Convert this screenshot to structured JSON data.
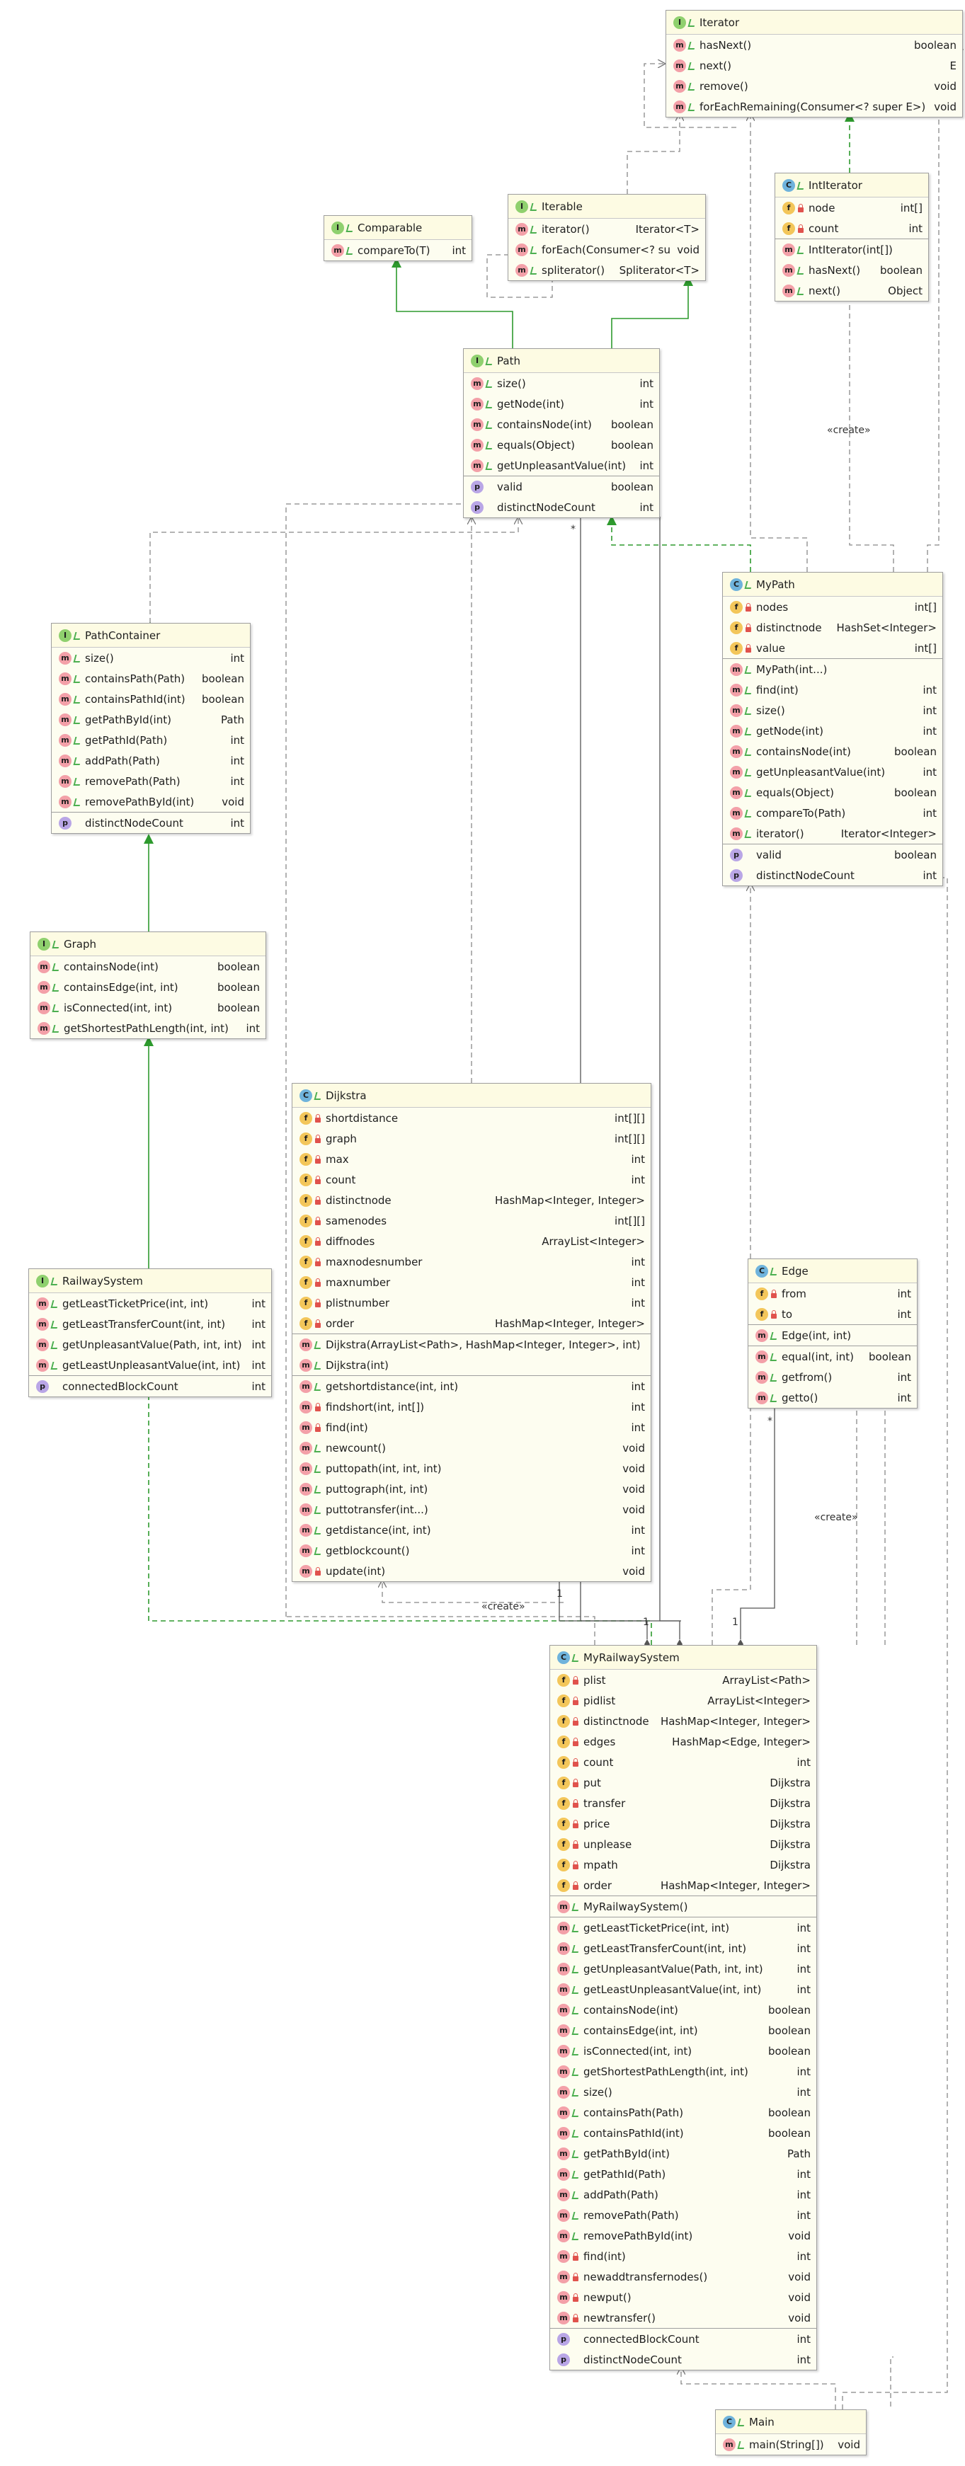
{
  "diagram": {
    "labels": {
      "create1": "«create»",
      "create2": "«create»",
      "create3": "«create»",
      "star1": "*",
      "star2": "*",
      "one1": "1",
      "one2": "1",
      "one3": "1"
    },
    "classes": [
      {
        "id": "iterator",
        "kind": "I",
        "name": "Iterator",
        "fields": [],
        "methods": [
          {
            "k": "m",
            "v": "pub",
            "n": "hasNext()",
            "t": "boolean"
          },
          {
            "k": "m",
            "v": "pub",
            "n": "next()",
            "t": "E"
          },
          {
            "k": "m",
            "v": "pub",
            "n": "remove()",
            "t": "void"
          },
          {
            "k": "m",
            "v": "pub",
            "n": "forEachRemaining(Consumer<? super E>)",
            "t": "void"
          }
        ],
        "props": []
      },
      {
        "id": "comparable",
        "kind": "I",
        "name": "Comparable",
        "fields": [],
        "methods": [
          {
            "k": "m",
            "v": "pub",
            "n": "compareTo(T)",
            "t": "int"
          }
        ],
        "props": []
      },
      {
        "id": "iterable",
        "kind": "I",
        "name": "Iterable",
        "fields": [],
        "methods": [
          {
            "k": "m",
            "v": "pub",
            "n": "iterator()",
            "t": "Iterator<T>"
          },
          {
            "k": "m",
            "v": "pub",
            "n": "forEach(Consumer<? super T>)",
            "t": "void"
          },
          {
            "k": "m",
            "v": "pub",
            "n": "spliterator()",
            "t": "Spliterator<T>"
          }
        ],
        "props": []
      },
      {
        "id": "intiterator",
        "kind": "C",
        "name": "IntIterator",
        "fields": [
          {
            "k": "f",
            "v": "pri",
            "n": "node",
            "t": "int[]"
          },
          {
            "k": "f",
            "v": "pri",
            "n": "count",
            "t": "int"
          }
        ],
        "methods": [
          {
            "k": "m",
            "v": "pub",
            "n": "IntIterator(int[])",
            "t": ""
          },
          {
            "k": "m",
            "v": "pub",
            "n": "hasNext()",
            "t": "boolean"
          },
          {
            "k": "m",
            "v": "pub",
            "n": "next()",
            "t": "Object"
          }
        ],
        "props": []
      },
      {
        "id": "path",
        "kind": "I",
        "name": "Path",
        "fields": [],
        "methods": [
          {
            "k": "m",
            "v": "pub",
            "n": "size()",
            "t": "int"
          },
          {
            "k": "m",
            "v": "pub",
            "n": "getNode(int)",
            "t": "int"
          },
          {
            "k": "m",
            "v": "pub",
            "n": "containsNode(int)",
            "t": "boolean"
          },
          {
            "k": "m",
            "v": "pub",
            "n": "equals(Object)",
            "t": "boolean"
          },
          {
            "k": "m",
            "v": "pub",
            "n": "getUnpleasantValue(int)",
            "t": "int"
          }
        ],
        "props": [
          {
            "k": "p",
            "v": "",
            "n": "valid",
            "t": "boolean"
          },
          {
            "k": "p",
            "v": "",
            "n": "distinctNodeCount",
            "t": "int"
          }
        ]
      },
      {
        "id": "pathcontainer",
        "kind": "I",
        "name": "PathContainer",
        "fields": [],
        "methods": [
          {
            "k": "m",
            "v": "pub",
            "n": "size()",
            "t": "int"
          },
          {
            "k": "m",
            "v": "pub",
            "n": "containsPath(Path)",
            "t": "boolean"
          },
          {
            "k": "m",
            "v": "pub",
            "n": "containsPathId(int)",
            "t": "boolean"
          },
          {
            "k": "m",
            "v": "pub",
            "n": "getPathById(int)",
            "t": "Path"
          },
          {
            "k": "m",
            "v": "pub",
            "n": "getPathId(Path)",
            "t": "int"
          },
          {
            "k": "m",
            "v": "pub",
            "n": "addPath(Path)",
            "t": "int"
          },
          {
            "k": "m",
            "v": "pub",
            "n": "removePath(Path)",
            "t": "int"
          },
          {
            "k": "m",
            "v": "pub",
            "n": "removePathById(int)",
            "t": "void"
          }
        ],
        "props": [
          {
            "k": "p",
            "v": "",
            "n": "distinctNodeCount",
            "t": "int"
          }
        ]
      },
      {
        "id": "mypath",
        "kind": "C",
        "name": "MyPath",
        "fields": [
          {
            "k": "f",
            "v": "pri",
            "n": "nodes",
            "t": "int[]"
          },
          {
            "k": "f",
            "v": "pri",
            "n": "distinctnode",
            "t": "HashSet<Integer>"
          },
          {
            "k": "f",
            "v": "pri",
            "n": "value",
            "t": "int[]"
          }
        ],
        "methods": [
          {
            "k": "m",
            "v": "pub",
            "n": "MyPath(int...)",
            "t": ""
          },
          {
            "k": "m",
            "v": "pub",
            "n": "find(int)",
            "t": "int"
          },
          {
            "k": "m",
            "v": "pub",
            "n": "size()",
            "t": "int"
          },
          {
            "k": "m",
            "v": "pub",
            "n": "getNode(int)",
            "t": "int"
          },
          {
            "k": "m",
            "v": "pub",
            "n": "containsNode(int)",
            "t": "boolean"
          },
          {
            "k": "m",
            "v": "pub",
            "n": "getUnpleasantValue(int)",
            "t": "int"
          },
          {
            "k": "m",
            "v": "pub",
            "n": "equals(Object)",
            "t": "boolean"
          },
          {
            "k": "m",
            "v": "pub",
            "n": "compareTo(Path)",
            "t": "int"
          },
          {
            "k": "m",
            "v": "pub",
            "n": "iterator()",
            "t": "Iterator<Integer>"
          }
        ],
        "props": [
          {
            "k": "p",
            "v": "",
            "n": "valid",
            "t": "boolean"
          },
          {
            "k": "p",
            "v": "",
            "n": "distinctNodeCount",
            "t": "int"
          }
        ]
      },
      {
        "id": "graph",
        "kind": "I",
        "name": "Graph",
        "fields": [],
        "methods": [
          {
            "k": "m",
            "v": "pub",
            "n": "containsNode(int)",
            "t": "boolean"
          },
          {
            "k": "m",
            "v": "pub",
            "n": "containsEdge(int, int)",
            "t": "boolean"
          },
          {
            "k": "m",
            "v": "pub",
            "n": "isConnected(int, int)",
            "t": "boolean"
          },
          {
            "k": "m",
            "v": "pub",
            "n": "getShortestPathLength(int, int)",
            "t": "int"
          }
        ],
        "props": []
      },
      {
        "id": "dijkstra",
        "kind": "C",
        "name": "Dijkstra",
        "fields": [
          {
            "k": "f",
            "v": "pri",
            "n": "shortdistance",
            "t": "int[][]"
          },
          {
            "k": "f",
            "v": "pri",
            "n": "graph",
            "t": "int[][]"
          },
          {
            "k": "f",
            "v": "pri",
            "n": "max",
            "t": "int"
          },
          {
            "k": "f",
            "v": "pri",
            "n": "count",
            "t": "int"
          },
          {
            "k": "f",
            "v": "pri",
            "n": "distinctnode",
            "t": "HashMap<Integer, Integer>"
          },
          {
            "k": "f",
            "v": "pri",
            "n": "samenodes",
            "t": "int[][]"
          },
          {
            "k": "f",
            "v": "pri",
            "n": "diffnodes",
            "t": "ArrayList<Integer>"
          },
          {
            "k": "f",
            "v": "pri",
            "n": "maxnodesnumber",
            "t": "int"
          },
          {
            "k": "f",
            "v": "pri",
            "n": "maxnumber",
            "t": "int"
          },
          {
            "k": "f",
            "v": "pri",
            "n": "plistnumber",
            "t": "int"
          },
          {
            "k": "f",
            "v": "pri",
            "n": "order",
            "t": "HashMap<Integer, Integer>"
          }
        ],
        "methods": [
          {
            "k": "m",
            "v": "pub",
            "n": "Dijkstra(ArrayList<Path>, HashMap<Integer, Integer>, int)",
            "t": ""
          },
          {
            "k": "m",
            "v": "pub",
            "n": "Dijkstra(int)",
            "t": ""
          }
        ],
        "methods2": [
          {
            "k": "m",
            "v": "pub",
            "n": "getshortdistance(int, int)",
            "t": "int"
          },
          {
            "k": "m",
            "v": "pri",
            "n": "findshort(int, int[])",
            "t": "int"
          },
          {
            "k": "m",
            "v": "pri",
            "n": "find(int)",
            "t": "int"
          },
          {
            "k": "m",
            "v": "pub",
            "n": "newcount()",
            "t": "void"
          },
          {
            "k": "m",
            "v": "pub",
            "n": "puttopath(int, int, int)",
            "t": "void"
          },
          {
            "k": "m",
            "v": "pub",
            "n": "puttograph(int, int)",
            "t": "void"
          },
          {
            "k": "m",
            "v": "pub",
            "n": "puttotransfer(int...)",
            "t": "void"
          },
          {
            "k": "m",
            "v": "pub",
            "n": "getdistance(int, int)",
            "t": "int"
          },
          {
            "k": "m",
            "v": "pub",
            "n": "getblockcount()",
            "t": "int"
          },
          {
            "k": "m",
            "v": "pri",
            "n": "update(int)",
            "t": "void"
          }
        ],
        "props": []
      },
      {
        "id": "edge",
        "kind": "C",
        "name": "Edge",
        "fields": [
          {
            "k": "f",
            "v": "pri",
            "n": "from",
            "t": "int"
          },
          {
            "k": "f",
            "v": "pri",
            "n": "to",
            "t": "int"
          }
        ],
        "methods": [
          {
            "k": "m",
            "v": "pub",
            "n": "Edge(int, int)",
            "t": ""
          }
        ],
        "methods2": [
          {
            "k": "m",
            "v": "pub",
            "n": "equal(int, int)",
            "t": "boolean"
          },
          {
            "k": "m",
            "v": "pub",
            "n": "getfrom()",
            "t": "int"
          },
          {
            "k": "m",
            "v": "pub",
            "n": "getto()",
            "t": "int"
          }
        ],
        "props": []
      },
      {
        "id": "railwaysystem",
        "kind": "I",
        "name": "RailwaySystem",
        "fields": [],
        "methods": [
          {
            "k": "m",
            "v": "pub",
            "n": "getLeastTicketPrice(int, int)",
            "t": "int"
          },
          {
            "k": "m",
            "v": "pub",
            "n": "getLeastTransferCount(int, int)",
            "t": "int"
          },
          {
            "k": "m",
            "v": "pub",
            "n": "getUnpleasantValue(Path, int, int)",
            "t": "int"
          },
          {
            "k": "m",
            "v": "pub",
            "n": "getLeastUnpleasantValue(int, int)",
            "t": "int"
          }
        ],
        "props": [
          {
            "k": "p",
            "v": "",
            "n": "connectedBlockCount",
            "t": "int"
          }
        ]
      },
      {
        "id": "myrailwaysystem",
        "kind": "C",
        "name": "MyRailwaySystem",
        "fields": [
          {
            "k": "f",
            "v": "pri",
            "n": "plist",
            "t": "ArrayList<Path>"
          },
          {
            "k": "f",
            "v": "pri",
            "n": "pidlist",
            "t": "ArrayList<Integer>"
          },
          {
            "k": "f",
            "v": "pri",
            "n": "distinctnode",
            "t": "HashMap<Integer, Integer>"
          },
          {
            "k": "f",
            "v": "pri",
            "n": "edges",
            "t": "HashMap<Edge, Integer>"
          },
          {
            "k": "f",
            "v": "pri",
            "n": "count",
            "t": "int"
          },
          {
            "k": "f",
            "v": "pri",
            "n": "put",
            "t": "Dijkstra"
          },
          {
            "k": "f",
            "v": "pri",
            "n": "transfer",
            "t": "Dijkstra"
          },
          {
            "k": "f",
            "v": "pri",
            "n": "price",
            "t": "Dijkstra"
          },
          {
            "k": "f",
            "v": "pri",
            "n": "unplease",
            "t": "Dijkstra"
          },
          {
            "k": "f",
            "v": "pri",
            "n": "mpath",
            "t": "Dijkstra"
          },
          {
            "k": "f",
            "v": "pri",
            "n": "order",
            "t": "HashMap<Integer, Integer>"
          }
        ],
        "methods": [
          {
            "k": "m",
            "v": "pub",
            "n": "MyRailwaySystem()",
            "t": ""
          }
        ],
        "methods2": [
          {
            "k": "m",
            "v": "pub",
            "n": "getLeastTicketPrice(int, int)",
            "t": "int"
          },
          {
            "k": "m",
            "v": "pub",
            "n": "getLeastTransferCount(int, int)",
            "t": "int"
          },
          {
            "k": "m",
            "v": "pub",
            "n": "getUnpleasantValue(Path, int, int)",
            "t": "int"
          },
          {
            "k": "m",
            "v": "pub",
            "n": "getLeastUnpleasantValue(int, int)",
            "t": "int"
          },
          {
            "k": "m",
            "v": "pub",
            "n": "containsNode(int)",
            "t": "boolean"
          },
          {
            "k": "m",
            "v": "pub",
            "n": "containsEdge(int, int)",
            "t": "boolean"
          },
          {
            "k": "m",
            "v": "pub",
            "n": "isConnected(int, int)",
            "t": "boolean"
          },
          {
            "k": "m",
            "v": "pub",
            "n": "getShortestPathLength(int, int)",
            "t": "int"
          },
          {
            "k": "m",
            "v": "pub",
            "n": "size()",
            "t": "int"
          },
          {
            "k": "m",
            "v": "pub",
            "n": "containsPath(Path)",
            "t": "boolean"
          },
          {
            "k": "m",
            "v": "pub",
            "n": "containsPathId(int)",
            "t": "boolean"
          },
          {
            "k": "m",
            "v": "pub",
            "n": "getPathById(int)",
            "t": "Path"
          },
          {
            "k": "m",
            "v": "pub",
            "n": "getPathId(Path)",
            "t": "int"
          },
          {
            "k": "m",
            "v": "pub",
            "n": "addPath(Path)",
            "t": "int"
          },
          {
            "k": "m",
            "v": "pub",
            "n": "removePath(Path)",
            "t": "int"
          },
          {
            "k": "m",
            "v": "pub",
            "n": "removePathById(int)",
            "t": "void"
          },
          {
            "k": "m",
            "v": "pri",
            "n": "find(int)",
            "t": "int"
          },
          {
            "k": "m",
            "v": "pri",
            "n": "newaddtransfernodes()",
            "t": "void"
          },
          {
            "k": "m",
            "v": "pri",
            "n": "newput()",
            "t": "void"
          },
          {
            "k": "m",
            "v": "pri",
            "n": "newtransfer()",
            "t": "void"
          }
        ],
        "props": [
          {
            "k": "p",
            "v": "",
            "n": "connectedBlockCount",
            "t": "int"
          },
          {
            "k": "p",
            "v": "",
            "n": "distinctNodeCount",
            "t": "int"
          }
        ]
      },
      {
        "id": "main",
        "kind": "C",
        "name": "Main",
        "fields": [],
        "methods": [
          {
            "k": "m",
            "v": "pub",
            "n": "main(String[])",
            "t": "void"
          }
        ],
        "props": []
      }
    ]
  }
}
